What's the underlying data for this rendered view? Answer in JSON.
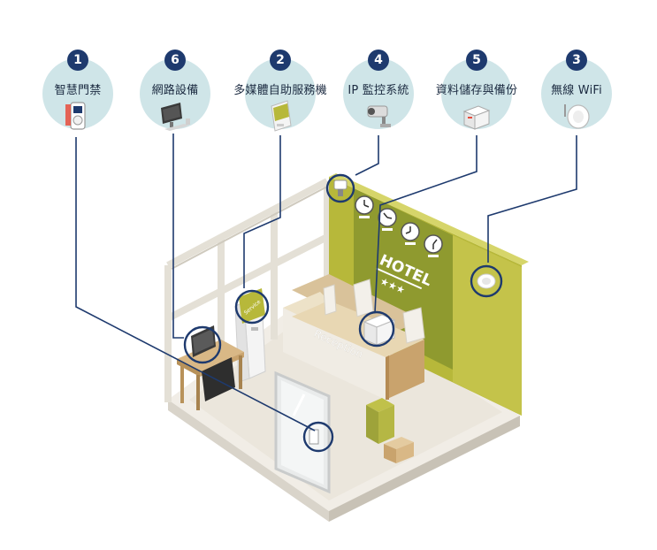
{
  "features": [
    {
      "number": "1",
      "label": "智慧門禁",
      "icon": "smart-lock-icon"
    },
    {
      "number": "6",
      "label": "網路設備",
      "icon": "computer-icon"
    },
    {
      "number": "2",
      "label": "多媒體自助服務機",
      "icon": "kiosk-icon"
    },
    {
      "number": "4",
      "label": "IP 監控系統",
      "icon": "security-camera-icon"
    },
    {
      "number": "5",
      "label": "資料儲存與備份",
      "icon": "storage-device-icon"
    },
    {
      "number": "3",
      "label": "無線 WiFi",
      "icon": "wifi-access-point-icon"
    }
  ],
  "scene": {
    "wall_sign": "HOTEL",
    "sign_stars": "★★★",
    "desk_sign": "Reception",
    "kiosk_screen": "Service"
  },
  "colors": {
    "accent_navy": "#1e3a6e",
    "bubble": "#cfe5e8",
    "wall_green": "#b7b83a",
    "floor": "#ece8df"
  }
}
